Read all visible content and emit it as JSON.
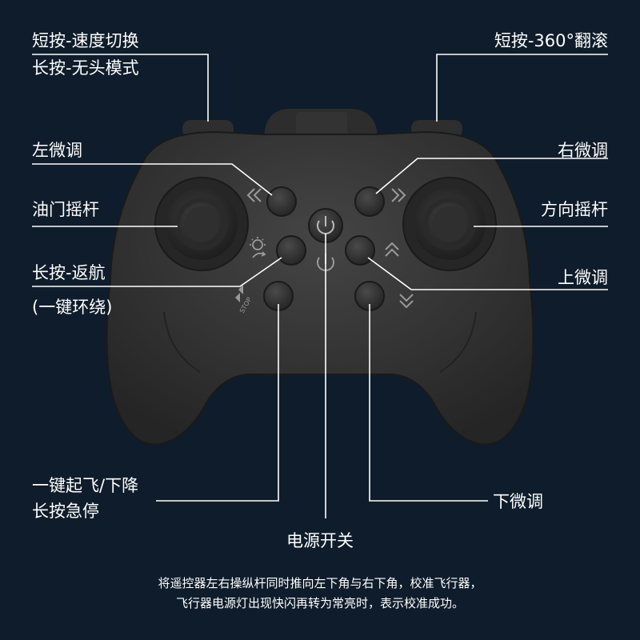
{
  "labels": {
    "speed_switch": "短按-速度切换",
    "headless": "长按-无头模式",
    "flip": "短按-360°翻滚",
    "left_trim": "左微调",
    "right_trim": "右微调",
    "throttle_stick": "油门摇杆",
    "direction_stick": "方向摇杆",
    "return_home": "长按-返航",
    "orbit": "(一键环绕)",
    "up_trim": "上微调",
    "takeoff_land": "一键起飞/下降",
    "emergency_stop": "长按急停",
    "down_trim": "下微调",
    "power": "电源开关"
  },
  "notes": {
    "line1": "将遥控器左右操纵杆同时推向左下角与右下角，校准飞行器，",
    "line2": "飞行器电源灯出现快闪再转为常亮时，表示校准成功。"
  },
  "icons": {
    "stop_text": "STOP"
  },
  "colors": {
    "background": "#0f1c2b",
    "controller": "#3a3a3a",
    "controller_dark": "#2a2a2a",
    "line": "#ffffff",
    "text": "#ffffff"
  }
}
